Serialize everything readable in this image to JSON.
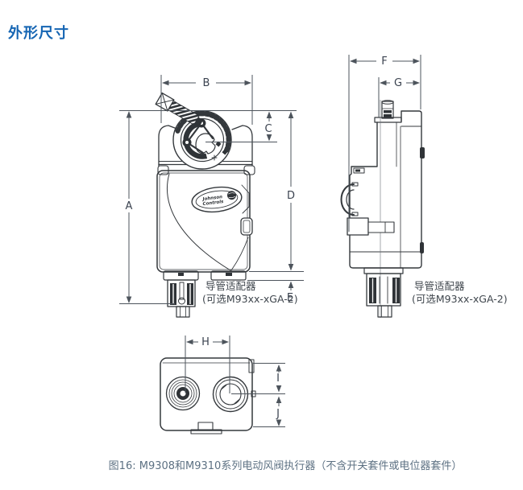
{
  "title": "外形尺寸",
  "caption": "图16:  M9308和M9310系列电动风阀执行器（不含开关套件或电位器套件）",
  "adapter_note": {
    "line1": "导管适配器",
    "line2": "(可选M93xx-xGA-2)"
  },
  "front_view": {
    "dims": {
      "A": "A",
      "B": "B",
      "C": "C",
      "D": "D",
      "E": "E"
    },
    "logo": {
      "line1": "Johnson",
      "line2": "Controls"
    }
  },
  "side_view": {
    "dims": {
      "F": "F",
      "G": "G"
    }
  },
  "bottom_view": {
    "dims": {
      "H": "H",
      "I": "I",
      "J": "J"
    }
  },
  "colors": {
    "title_blue": "#1565b3",
    "caption_gray_blue": "#5d7183",
    "drawing_line": "#34383c",
    "dimension_line": "#4d545c",
    "dim_label": "#3b4350"
  }
}
